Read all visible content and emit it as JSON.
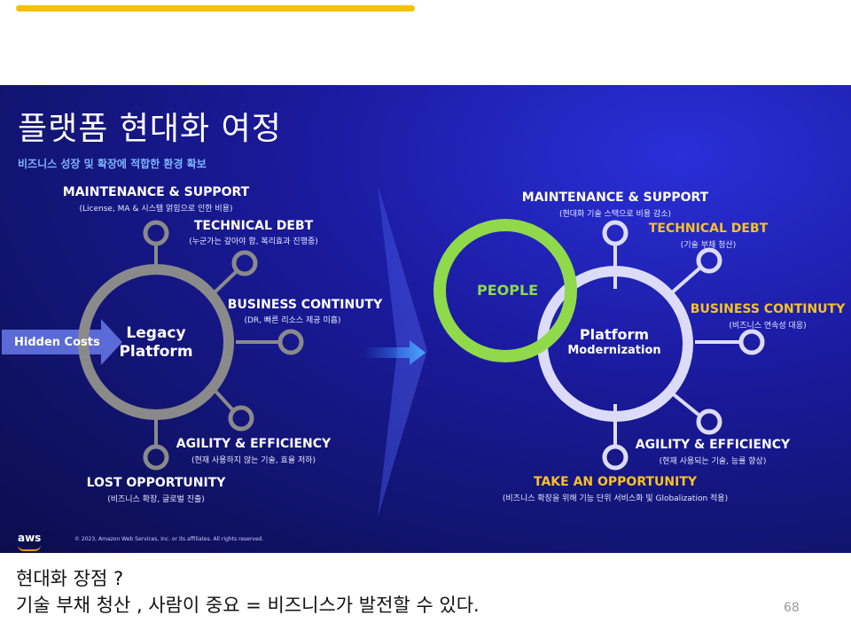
{
  "slide": {
    "title": "플랫폼 현대화 여정",
    "subtitle": "비즈니스 성장 및 확장에 적합한 환경 확보",
    "copyright": "© 2023, Amazon Web Services, Inc. or its affiliates. All rights reserved.",
    "logo_text": "aws"
  },
  "legacy": {
    "center": "Legacy\nPlatform",
    "arrow_label": "Hidden Costs",
    "items": [
      {
        "title": "MAINTENANCE & SUPPORT",
        "desc": "(License, MA & 시스템 얽힘으로 인한 비용)"
      },
      {
        "title": "TECHNICAL DEBT",
        "desc": "(누군가는 갚아야 함, 복리효과 진행중)"
      },
      {
        "title": "BUSINESS CONTINUTY",
        "desc": "(DR, 빠른 리소스 제공 미흡)"
      },
      {
        "title": "AGILITY & EFFICIENCY",
        "desc": "(현재 사용하지 않는 기술, 효율 저하)"
      },
      {
        "title": "LOST OPPORTUNITY",
        "desc": "(비즈니스 확장, 글로벌 진출)"
      }
    ]
  },
  "modern": {
    "center_line1": "Platform",
    "center_line2": "Modernization",
    "people": "PEOPLE",
    "items": [
      {
        "title": "MAINTENANCE & SUPPORT",
        "desc": "(현대화 기술 스택으로 비용 감소)"
      },
      {
        "title": "TECHNICAL DEBT",
        "desc": "(기술 부채 청산)"
      },
      {
        "title": "BUSINESS CONTINUTY",
        "desc": "(비즈니스 연속성 대응)"
      },
      {
        "title": "AGILITY & EFFICIENCY",
        "desc": "(현재 사용되는 기술, 능률 향상)"
      },
      {
        "title": "TAKE AN OPPORTUNITY",
        "desc": "(비즈니스 확장을 위해 기능 단위 서비스화 및 Globalization 적용)"
      }
    ]
  },
  "notes": {
    "line1": "현대화 장점 ?",
    "line2": "기술 부채 청산 , 사람이 중요 = 비즈니스가 발전할 수 있다."
  },
  "page_number": "68",
  "colors": {
    "accent_bar": "#f5c000",
    "highlight_yellow": "#f7c12a",
    "people_green": "#8fd94b",
    "legacy_gray": "#8a8a8a",
    "modern_lavender": "#dcdcfa"
  }
}
